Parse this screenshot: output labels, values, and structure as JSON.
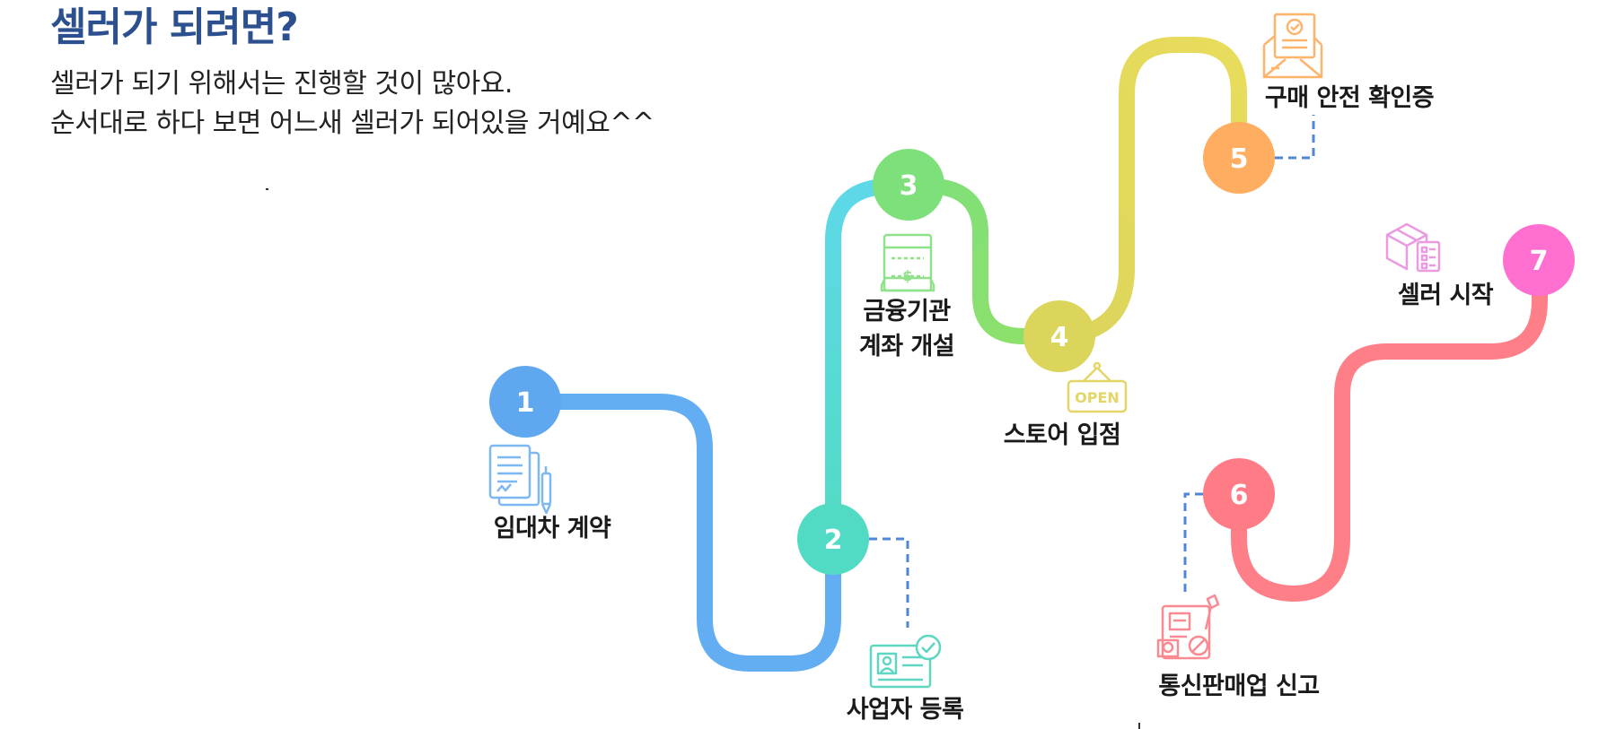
{
  "title": "셀러가 되려면?",
  "description": [
    "셀러가 되기 위해서는 진행할 것이 많아요.",
    "순서대로 하다 보면 어느새 셀러가 되어있을 거예요^^"
  ],
  "steps": [
    {
      "number": "1",
      "label_lines": [
        "임대차 계약"
      ],
      "color": "#5fa8f0",
      "icon": "contract-document-pen-icon"
    },
    {
      "number": "2",
      "label_lines": [
        "사업자 등록"
      ],
      "color": "#52dbc4",
      "icon": "id-card-check-icon"
    },
    {
      "number": "3",
      "label_lines": [
        "금융기관",
        "계좌 개설"
      ],
      "color": "#7ee07a",
      "icon": "bank-check-icon"
    },
    {
      "number": "4",
      "label_lines": [
        "스토어 입점"
      ],
      "color": "#dcd55c",
      "icon": "open-sign-icon"
    },
    {
      "number": "5",
      "label_lines": [
        "구매 안전 확인증"
      ],
      "color": "#ffad60",
      "icon": "envelope-certificate-icon"
    },
    {
      "number": "6",
      "label_lines": [
        "통신판매업 신고"
      ],
      "color": "#ff7b86",
      "icon": "report-document-icon"
    },
    {
      "number": "7",
      "label_lines": [
        "셀러 시작"
      ],
      "color": "#ff6fcf",
      "icon": "box-checklist-icon"
    }
  ]
}
